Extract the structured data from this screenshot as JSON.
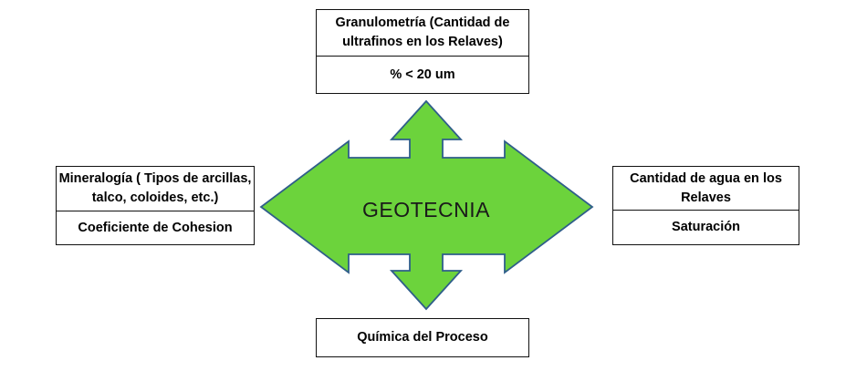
{
  "center": {
    "label": "GEOTECNIA"
  },
  "top_box": {
    "title": "Granulometría (Cantidad de ultrafinos en los Relaves)",
    "value": "% < 20 um"
  },
  "left_box": {
    "title": "Mineralogía ( Tipos de arcillas, talco, coloides, etc.)",
    "value": "Coeficiente de Cohesion"
  },
  "right_box": {
    "title": "Cantidad de agua en los Relaves",
    "value": "Saturación"
  },
  "bottom_box": {
    "title": "Química del Proceso"
  },
  "colors": {
    "arrow_fill": "#6cd33c",
    "arrow_stroke": "#2f5e8a",
    "box_border": "#111111"
  }
}
